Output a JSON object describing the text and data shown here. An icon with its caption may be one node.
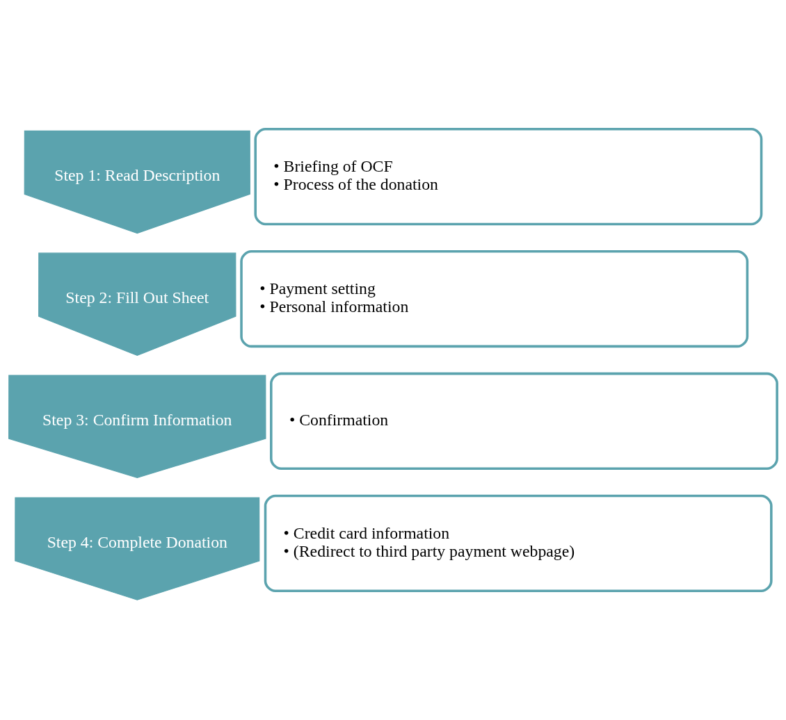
{
  "diagram": {
    "nodes": [
      {
        "text": [
          "Step 1: Read Description"
        ]
      },
      {
        "text": [
          "• Briefing of OCF",
          "• Process of the donation"
        ]
      },
      {
        "text": [
          "Step 2: Fill Out Sheet"
        ]
      },
      {
        "text": [
          "• Payment setting",
          "• Personal information"
        ]
      },
      {
        "text": [
          "Step 3: Confirm Information"
        ]
      },
      {
        "text": [
          "• Confirmation"
        ]
      },
      {
        "text": [
          "Step 4: Complete Donation"
        ]
      },
      {
        "text": [
          "• Credit card information",
          "• (Redirect to third party payment webpage)"
        ]
      }
    ]
  }
}
